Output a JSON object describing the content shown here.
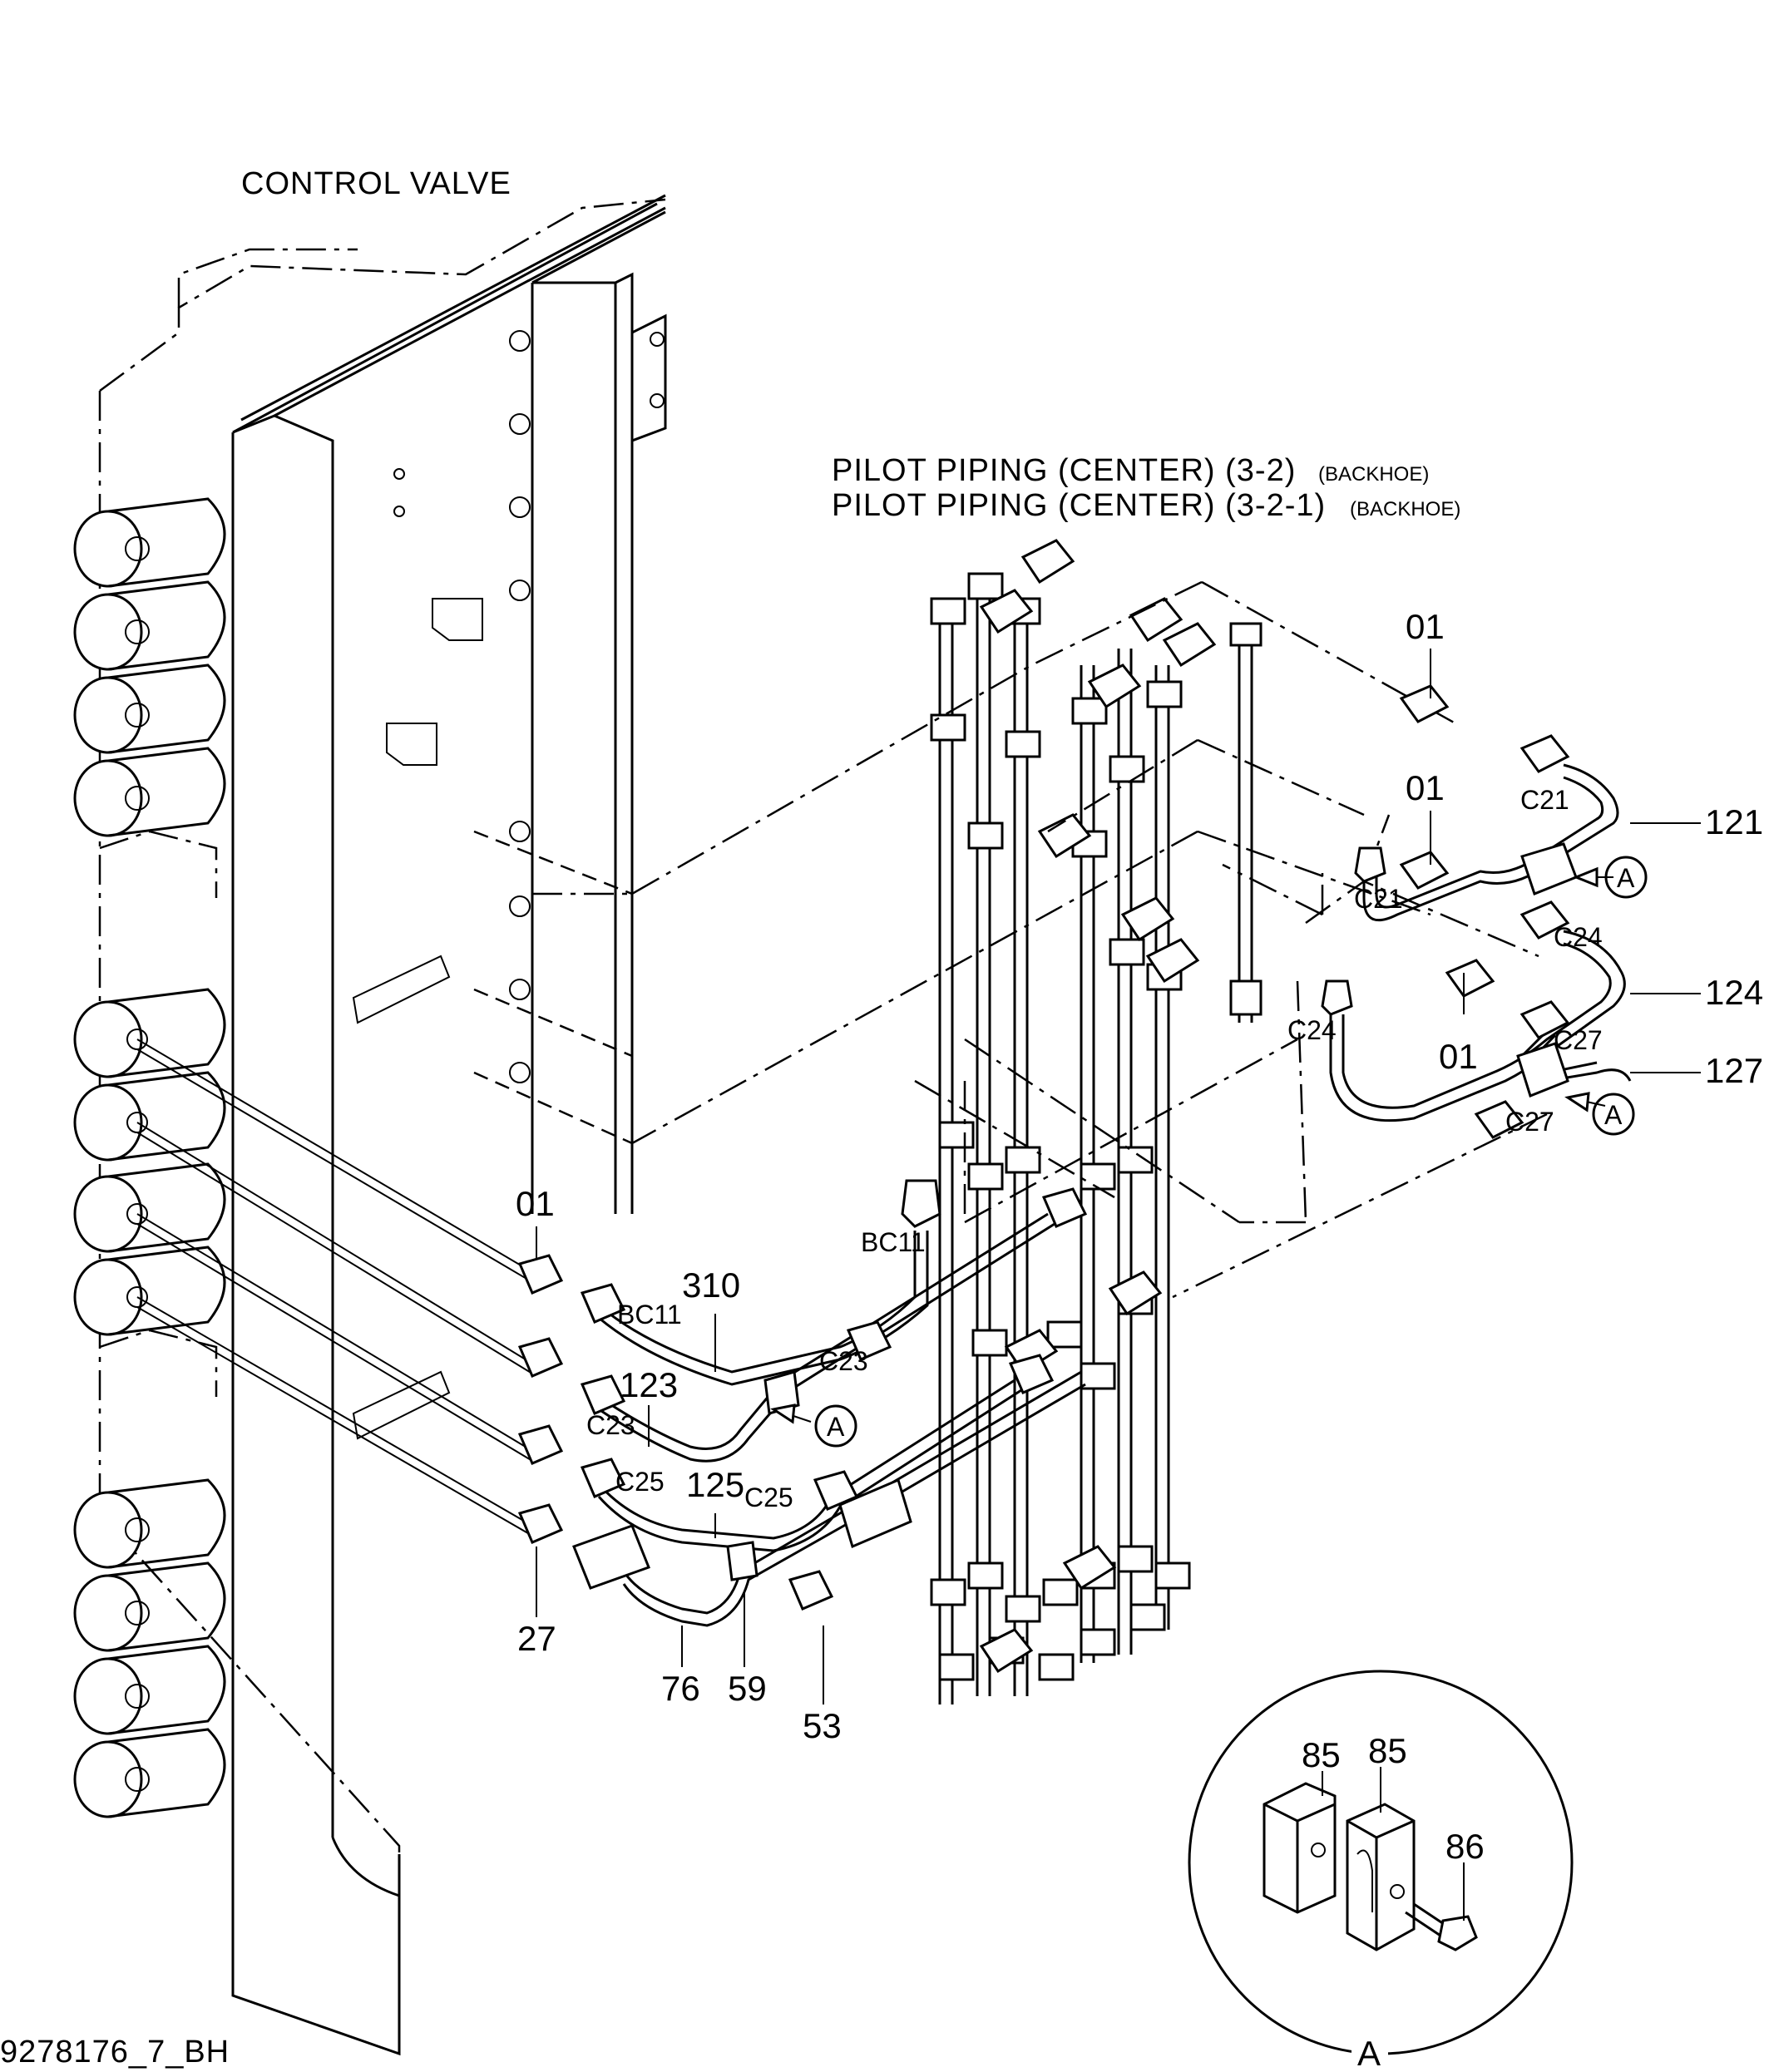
{
  "titles": {
    "control_valve": "CONTROL  VALVE",
    "pilot_line_1": "PILOT  PIPING (CENTER)  (3-2)",
    "pilot_line_1_suffix": "(BACKHOE)",
    "pilot_line_2": "PILOT  PIPING (CENTER)  (3-2-1)",
    "pilot_line_2_suffix": "(BACKHOE)"
  },
  "drawing_id": "9278176_7_BH",
  "detail": {
    "label": "A",
    "parts": [
      "85",
      "85",
      "86"
    ]
  },
  "callouts": {
    "p01_a": "01",
    "p01_b": "01",
    "p01_c": "01",
    "p01_d": "01",
    "p121": "121",
    "p124": "124",
    "p127": "127",
    "p310": "310",
    "p123": "123",
    "p125": "125",
    "p27": "27",
    "p76": "76",
    "p59": "59",
    "p53": "53",
    "c21_a": "C21",
    "c21_b": "C21",
    "c24_a": "C24",
    "c24_b": "C24",
    "c27_a": "C27",
    "c27_b": "C27",
    "bc11_a": "BC11",
    "bc11_b": "BC11",
    "c23_a": "C23",
    "c23_b": "C23",
    "c25_a": "C25",
    "c25_b": "C25",
    "clamp_a1": "A",
    "clamp_a2": "A",
    "clamp_a3": "A"
  }
}
